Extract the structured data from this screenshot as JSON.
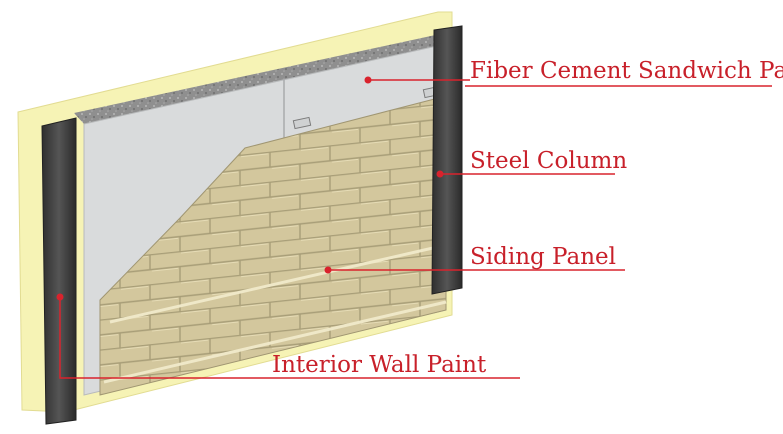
{
  "diagram": {
    "callouts": [
      {
        "id": "fiber-cement",
        "label": "Fiber Cement Sandwich Panel"
      },
      {
        "id": "steel-column",
        "label": "Steel Column"
      },
      {
        "id": "siding-panel",
        "label": "Siding Panel"
      },
      {
        "id": "interior-paint",
        "label": "Interior Wall Paint"
      }
    ],
    "colors": {
      "callout": "#d9232d",
      "interior_paint": "#f6f3b5",
      "steel": "#4a4a4a",
      "cement_board": "#d9dbdc",
      "insulation": "#8d8d8d",
      "siding": "#d1c59a",
      "siding_mortar": "#a89e78"
    }
  }
}
